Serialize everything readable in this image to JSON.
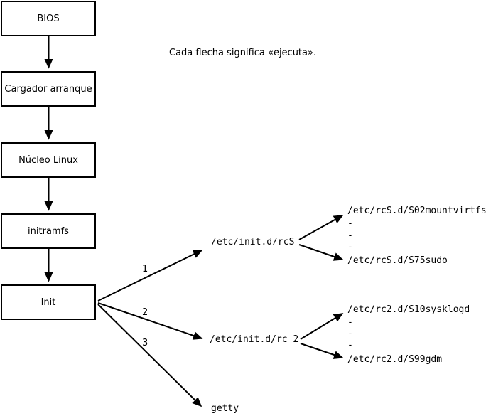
{
  "note": "Cada flecha significa «ejecuta».",
  "boxes": [
    {
      "label": "BIOS"
    },
    {
      "label": "Cargador arranque"
    },
    {
      "label": "Núcleo Linux"
    },
    {
      "label": "initramfs"
    },
    {
      "label": "Init"
    }
  ],
  "branch_labels": [
    "1",
    "2",
    "3"
  ],
  "targets": {
    "rcS": "/etc/init.d/rcS",
    "rc2": "/etc/init.d/rc 2",
    "getty": "getty"
  },
  "rcS_children": {
    "first": "/etc/rcS.d/S02mountvirtfs",
    "dots": [
      "-",
      "-",
      "-"
    ],
    "last": "/etc/rcS.d/S75sudo"
  },
  "rc2_children": {
    "first": "/etc/rc2.d/S10sysklogd",
    "dots": [
      "-",
      "-",
      "-"
    ],
    "last": "/etc/rc2.d/S99gdm"
  },
  "colors": {
    "line": "#000000",
    "background": "#ffffff"
  }
}
